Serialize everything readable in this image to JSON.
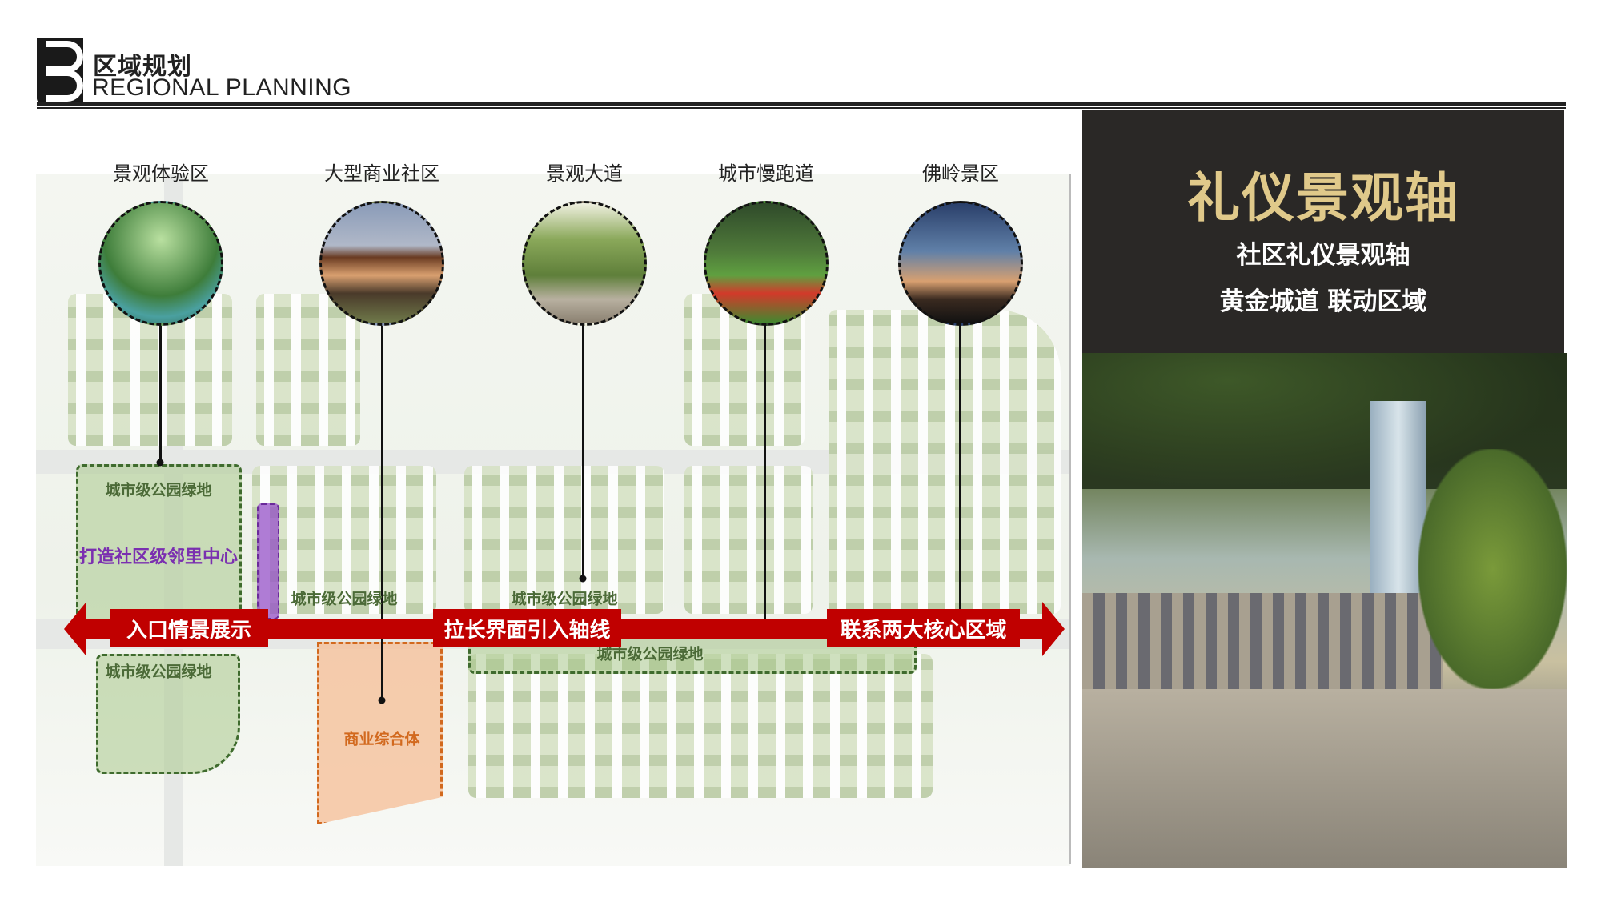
{
  "header": {
    "title_cn": "区域规划",
    "title_en": "REGIONAL PLANNING",
    "logo_letter": "B"
  },
  "map": {
    "categories": [
      {
        "label": "景观体验区",
        "photo": "wetland-park"
      },
      {
        "label": "大型商业社区",
        "photo": "commercial-building"
      },
      {
        "label": "景观大道",
        "photo": "tree-lined-avenue"
      },
      {
        "label": "城市慢跑道",
        "photo": "jogging-track"
      },
      {
        "label": "佛岭景区",
        "photo": "pagoda-dusk"
      }
    ],
    "zone_labels": {
      "park_nw": "城市级公园绿地",
      "park_center1": "城市级公园绿地",
      "park_center2": "城市级公园绿地",
      "park_south": "城市级公园绿地",
      "park_sw": "城市级公园绿地",
      "neighborhood_center": "打造社区级邻里中心",
      "commercial": "商业综合体"
    },
    "axis_labels": [
      "入口情景展示",
      "拉长界面引入轴线",
      "联系两大核心区域"
    ],
    "colors": {
      "axis": "#c00000",
      "park": "#4b6a37",
      "neighborhood": "#7a2fb0",
      "commercial": "#d2691e"
    }
  },
  "panel": {
    "title": "礼仪景观轴",
    "subtitle1": "社区礼仪景观轴",
    "subtitle2": "黄金城道 联动区域",
    "title_color": "#e0c98a"
  },
  "photo": {
    "subject": "street-rendering"
  }
}
